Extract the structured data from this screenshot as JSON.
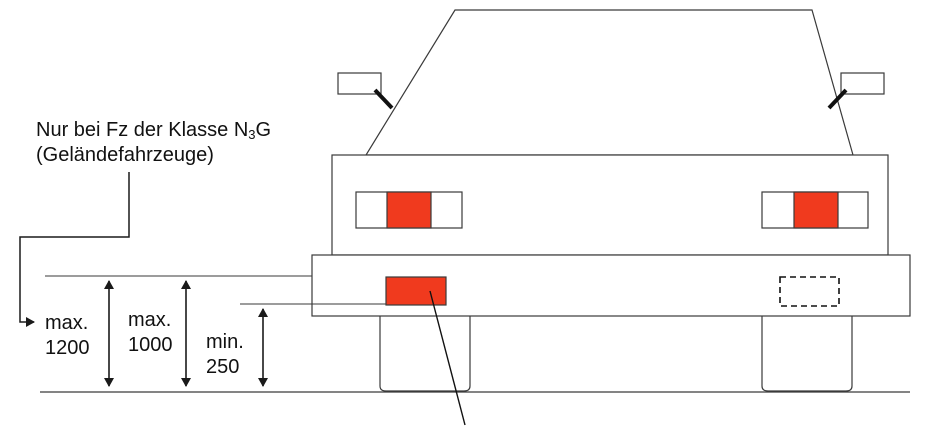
{
  "note": {
    "line1_prefix": "Nur bei Fz der Klasse N",
    "line1_sub": "3",
    "line1_suffix": "G",
    "line2": "(Geländefahrzeuge)"
  },
  "dimensions": [
    {
      "line1": "max.",
      "line2": "1200"
    },
    {
      "line1": "max.",
      "line2": "1000"
    },
    {
      "line1": "min.",
      "line2": "250"
    }
  ],
  "colors": {
    "stroke": "#3a3a3a",
    "reflector_red": "#f03a1e",
    "background": "#ffffff"
  }
}
